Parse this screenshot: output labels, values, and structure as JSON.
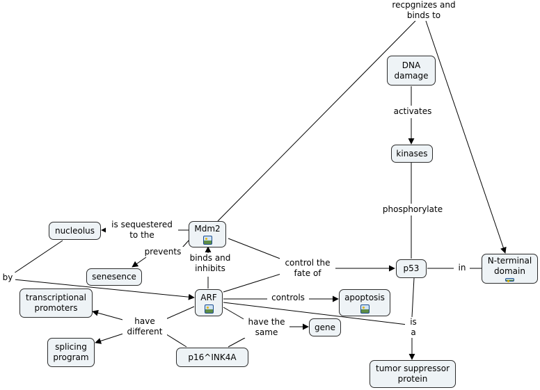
{
  "nodes": {
    "mdm2": "Mdm2",
    "nucleolus": "nucleolus",
    "senesence": "senesence",
    "arf": "ARF",
    "transcriptional_promoters": "transcriptional\npromoters",
    "splicing_program": "splicing\nprogram",
    "p16": "p16^INK4A",
    "gene": "gene",
    "apoptosis": "apoptosis",
    "dna_damage": "DNA\ndamage",
    "kinases": "kinases",
    "p53": "p53",
    "n_terminal_domain": "N-terminal\ndomain",
    "tumor_suppressor_protein": "tumor suppressor\nprotein"
  },
  "links": {
    "recognizes_and_binds_to": "recpgnizes and\nbinds to",
    "is_sequestered_to_the": "is sequestered\nto the",
    "prevents": "prevents",
    "binds_and_inhibits": "binds and\ninhibits",
    "control_the_fate_of": "control the\nfate of",
    "by": "by",
    "controls": "controls",
    "have_different": "have\ndifferent",
    "have_the_same": "have the\nsame",
    "activates": "activates",
    "phosphorylate": "phosphorylate",
    "in": "in",
    "is_a": "is\na"
  },
  "icons": [
    "image-icon"
  ]
}
